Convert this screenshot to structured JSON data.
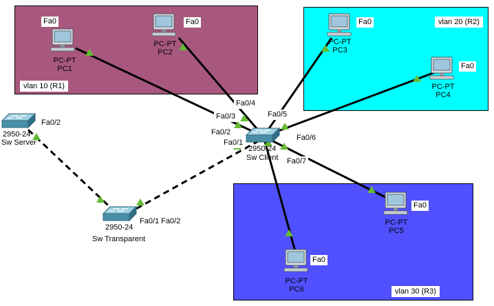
{
  "zones": {
    "vlan10": {
      "label": "vlan 10 (R1)",
      "color": "#a8587e"
    },
    "vlan20": {
      "label": "vlan 20 (R2)",
      "color": "#00ffff"
    },
    "vlan30": {
      "label": "vlan 30 (R3)",
      "color": "#5050ff"
    }
  },
  "devices": {
    "pc1": {
      "type": "PC-PT",
      "name": "PC1",
      "port": "Fa0"
    },
    "pc2": {
      "type": "PC-PT",
      "name": "PC2",
      "port": "Fa0"
    },
    "pc3": {
      "type": "PC-PT",
      "name": "PC3",
      "port": "Fa0"
    },
    "pc4": {
      "type": "PC-PT",
      "name": "PC4",
      "port": "Fa0"
    },
    "pc5": {
      "type": "PC-PT",
      "name": "PC5",
      "port": "Fa0"
    },
    "pc6": {
      "type": "PC-PT",
      "name": "PC6",
      "port": "Fa0"
    },
    "sw_server": {
      "type": "2950-24",
      "name": "Sw Server",
      "port": "Fa0/2"
    },
    "sw_client": {
      "type": "2950-24",
      "name": "Sw Client"
    },
    "sw_transparent": {
      "type": "2950-24",
      "name": "Sw Transparent",
      "ports": "Fa0/1 Fa0/2"
    }
  },
  "client_ports": {
    "fa03": "Fa0/3",
    "fa04": "Fa0/4",
    "fa05": "Fa0/5",
    "fa02": "Fa0/2",
    "fa01": "Fa0/1",
    "fa06": "Fa0/6",
    "fa07": "Fa0/7"
  },
  "colors": {
    "link": "#000000",
    "link_up": "#66bb33",
    "switch": "#4a8fa8"
  }
}
